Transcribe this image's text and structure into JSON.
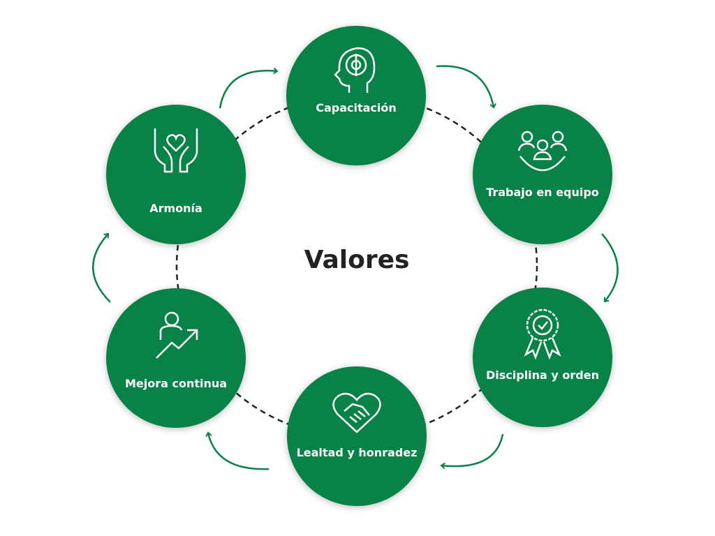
{
  "title": "Valores",
  "colors": {
    "green": "#088246",
    "dash": "#222222"
  },
  "values": [
    {
      "label": "Capacitación",
      "icon": "brain-gear-icon"
    },
    {
      "label": "Trabajo en equipo",
      "icon": "team-icon"
    },
    {
      "label": "Disciplina y orden",
      "icon": "award-badge-icon"
    },
    {
      "label": "Lealtad y honradez",
      "icon": "handshake-heart-icon"
    },
    {
      "label": "Mejora continua",
      "icon": "person-growth-icon"
    },
    {
      "label": "Armonía",
      "icon": "hands-heart-icon"
    }
  ]
}
